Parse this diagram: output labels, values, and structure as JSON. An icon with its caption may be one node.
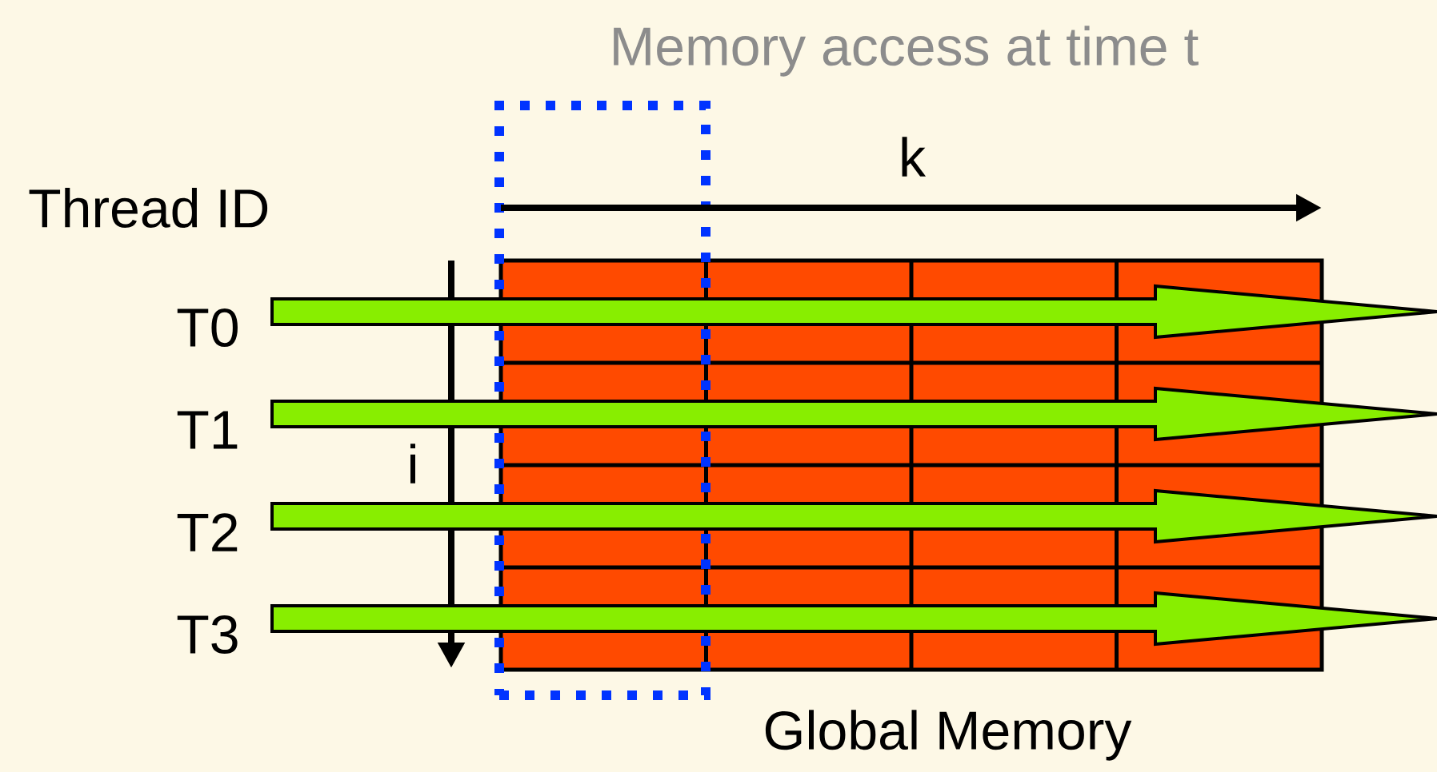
{
  "diagram": {
    "nodes": [
      {
        "text": [
          "Memory access at time t"
        ]
      },
      {
        "text": [
          "Global Memory"
        ]
      },
      {
        "text": [
          "T0"
        ]
      },
      {
        "text": [
          "T1"
        ]
      },
      {
        "text": [
          "T2"
        ]
      },
      {
        "text": [
          "T3"
        ]
      }
    ],
    "edges": [
      {
        "from": 2,
        "to": null,
        "arrow": "to"
      },
      {
        "from": 3,
        "to": null,
        "arrow": "to"
      },
      {
        "from": 4,
        "to": null,
        "arrow": "to"
      },
      {
        "from": 5,
        "to": null,
        "arrow": "to"
      }
    ],
    "labels": [
      "Thread ID",
      "k",
      "i"
    ]
  }
}
